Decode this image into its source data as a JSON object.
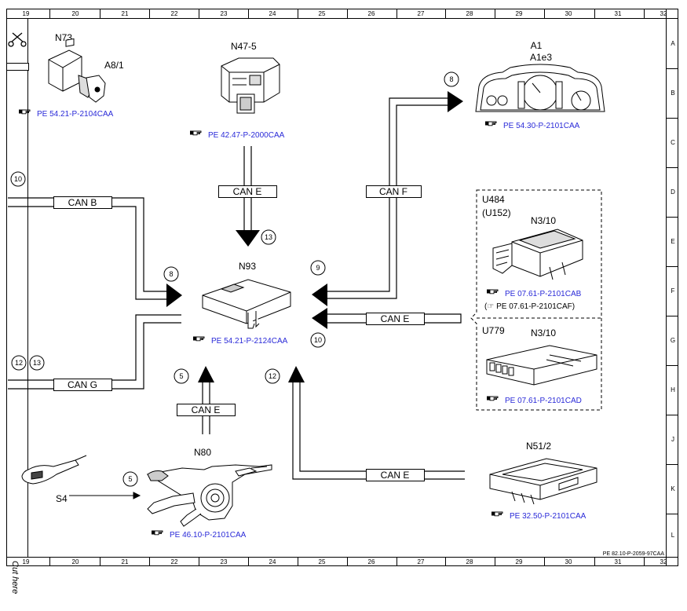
{
  "ruler": {
    "columns": [
      "19",
      "20",
      "21",
      "22",
      "23",
      "24",
      "25",
      "26",
      "27",
      "28",
      "29",
      "30",
      "31",
      "32"
    ],
    "rows": [
      "A",
      "B",
      "C",
      "D",
      "E",
      "F",
      "G",
      "H",
      "J",
      "K",
      "L"
    ]
  },
  "components": {
    "n73": {
      "label": "N73",
      "sublabel": "A8/1",
      "ref": "PE 54.21-P-2104CAA"
    },
    "n47_5": {
      "label": "N47-5",
      "ref": "PE 42.47-P-2000CAA"
    },
    "a1": {
      "label": "A1",
      "sublabel": "A1e3",
      "ref": "PE 54.30-P-2101CAA"
    },
    "n93": {
      "label": "N93",
      "ref": "PE 54.21-P-2124CAA"
    },
    "u484": {
      "label": "U484",
      "sublabel": "(U152)",
      "module": "N3/10",
      "ref": "PE 07.61-P-2101CAB",
      "ref_alt": "(☞ PE 07.61-P-2101CAF)"
    },
    "u779": {
      "label": "U779",
      "module": "N3/10",
      "ref": "PE 07.61-P-2101CAD"
    },
    "n80": {
      "label": "N80",
      "ref": "PE 46.10-P-2101CAA"
    },
    "s4": {
      "label": "S4"
    },
    "n51_2": {
      "label": "N51/2",
      "ref": "PE 32.50-P-2101CAA"
    }
  },
  "buses": {
    "can_b": "CAN B",
    "can_g": "CAN G",
    "can_e_top": "CAN E",
    "can_f": "CAN F",
    "can_e_right": "CAN E",
    "can_e_bottom_left": "CAN E",
    "can_e_bottom_right": "CAN E"
  },
  "markers": {
    "m10_left": "10",
    "m12_left": "12",
    "m13_left": "13",
    "m8_left": "8",
    "m13_top": "13",
    "m8_top": "8",
    "m9": "9",
    "m10_right": "10",
    "m5_mid": "5",
    "m12_mid": "12",
    "m5_s4": "5"
  },
  "footer": {
    "doc_id": "PE 82.10-P-2059-97CAA",
    "cut_here": "Cut here"
  },
  "icons": {
    "scissors": "scissors-icon",
    "ref_hand": "pointing-hand-icon"
  },
  "colors": {
    "ref_link": "#2a2ad8",
    "line": "#000000"
  }
}
